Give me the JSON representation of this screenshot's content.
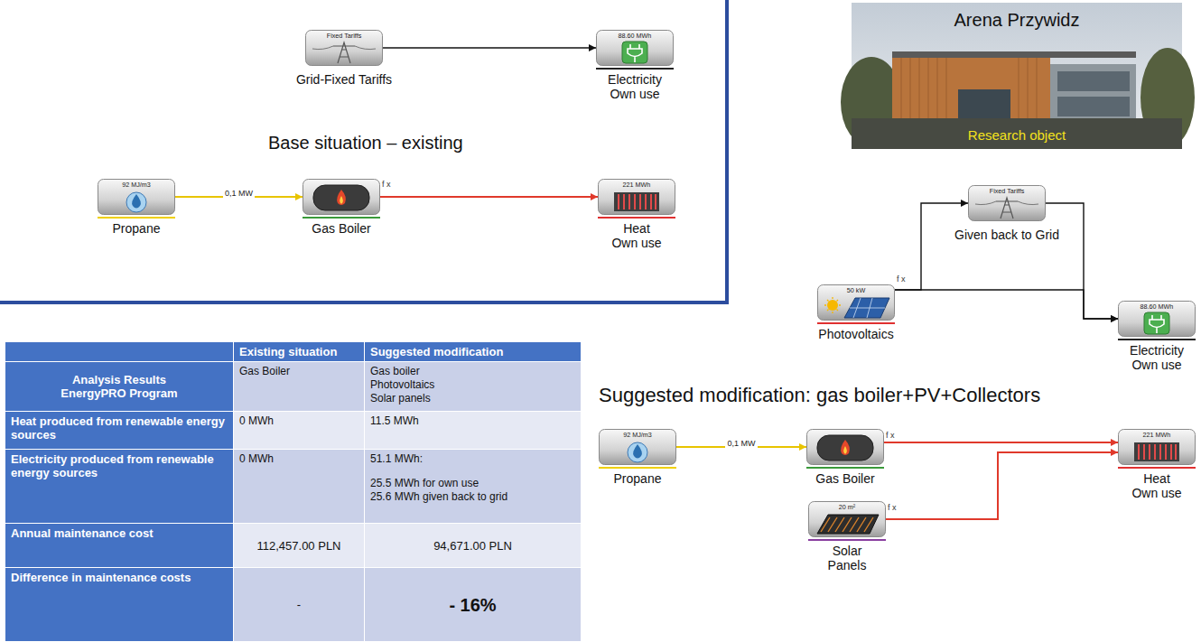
{
  "diagram": {
    "nodes": [
      {
        "text": [
          "Fixed Tariffs",
          "Grid-Fixed Tariffs"
        ]
      },
      {
        "text": [
          "88.60 MWh",
          "Electricity Own use"
        ]
      },
      {
        "text": [
          "92 MJ/m3",
          "Propane"
        ]
      },
      {
        "text": [
          "Gas Boiler"
        ]
      },
      {
        "text": [
          "221 MWh",
          "Heat Own use"
        ]
      },
      {
        "text": [
          "Arena Przywidz",
          "Research object"
        ]
      },
      {
        "text": [
          "Fixed Tariffs",
          "Given back to Grid"
        ]
      },
      {
        "text": [
          "50 kW",
          "Photovoltaics"
        ]
      },
      {
        "text": [
          "88.60 MWh",
          "Electricity Own use"
        ]
      },
      {
        "text": [
          "92 MJ/m3",
          "Propane"
        ]
      },
      {
        "text": [
          "Gas Boiler"
        ]
      },
      {
        "text": [
          "221 MWh",
          "Heat Own use"
        ]
      },
      {
        "text": [
          "20 m²",
          "Solar Panels"
        ]
      }
    ],
    "edges": [
      {
        "from": 0,
        "to": 1,
        "arrow": "to"
      },
      {
        "from": 2,
        "to": 3,
        "label": "0,1 MW",
        "arrow": "to"
      },
      {
        "from": 3,
        "to": 4,
        "arrow": "to"
      },
      {
        "from": 7,
        "to": 6,
        "arrow": "to"
      },
      {
        "from": 7,
        "to": 8,
        "arrow": "to"
      },
      {
        "from": 6,
        "to": 8,
        "arrow": "to"
      },
      {
        "from": 9,
        "to": 10,
        "label": "0,1 MW",
        "arrow": "to"
      },
      {
        "from": 10,
        "to": 11,
        "arrow": "to"
      },
      {
        "from": 12,
        "to": 11,
        "arrow": "to"
      }
    ],
    "labels": [
      "Base situation – existing",
      "Suggested modification: gas boiler+PV+Collectors",
      "f x",
      "f x",
      "f x",
      "f x",
      "Existing situation",
      "Suggested modification",
      "Analysis Results",
      "EnergyPRO Program",
      "Gas Boiler",
      "Gas boiler",
      "Photovoltaics",
      "Solar panels",
      "Heat produced from renewable energy sources",
      "0 MWh",
      "11.5 MWh",
      "Electricity produced from renewable energy sources",
      "0 MWh",
      "51.1 MWh:",
      "25.5 MWh for own use",
      "25.6 MWh given back to grid",
      "Annual maintenance cost",
      "112,457.00 PLN",
      "94,671.00 PLN",
      "Difference in maintenance costs",
      "-",
      "- 16%"
    ]
  }
}
